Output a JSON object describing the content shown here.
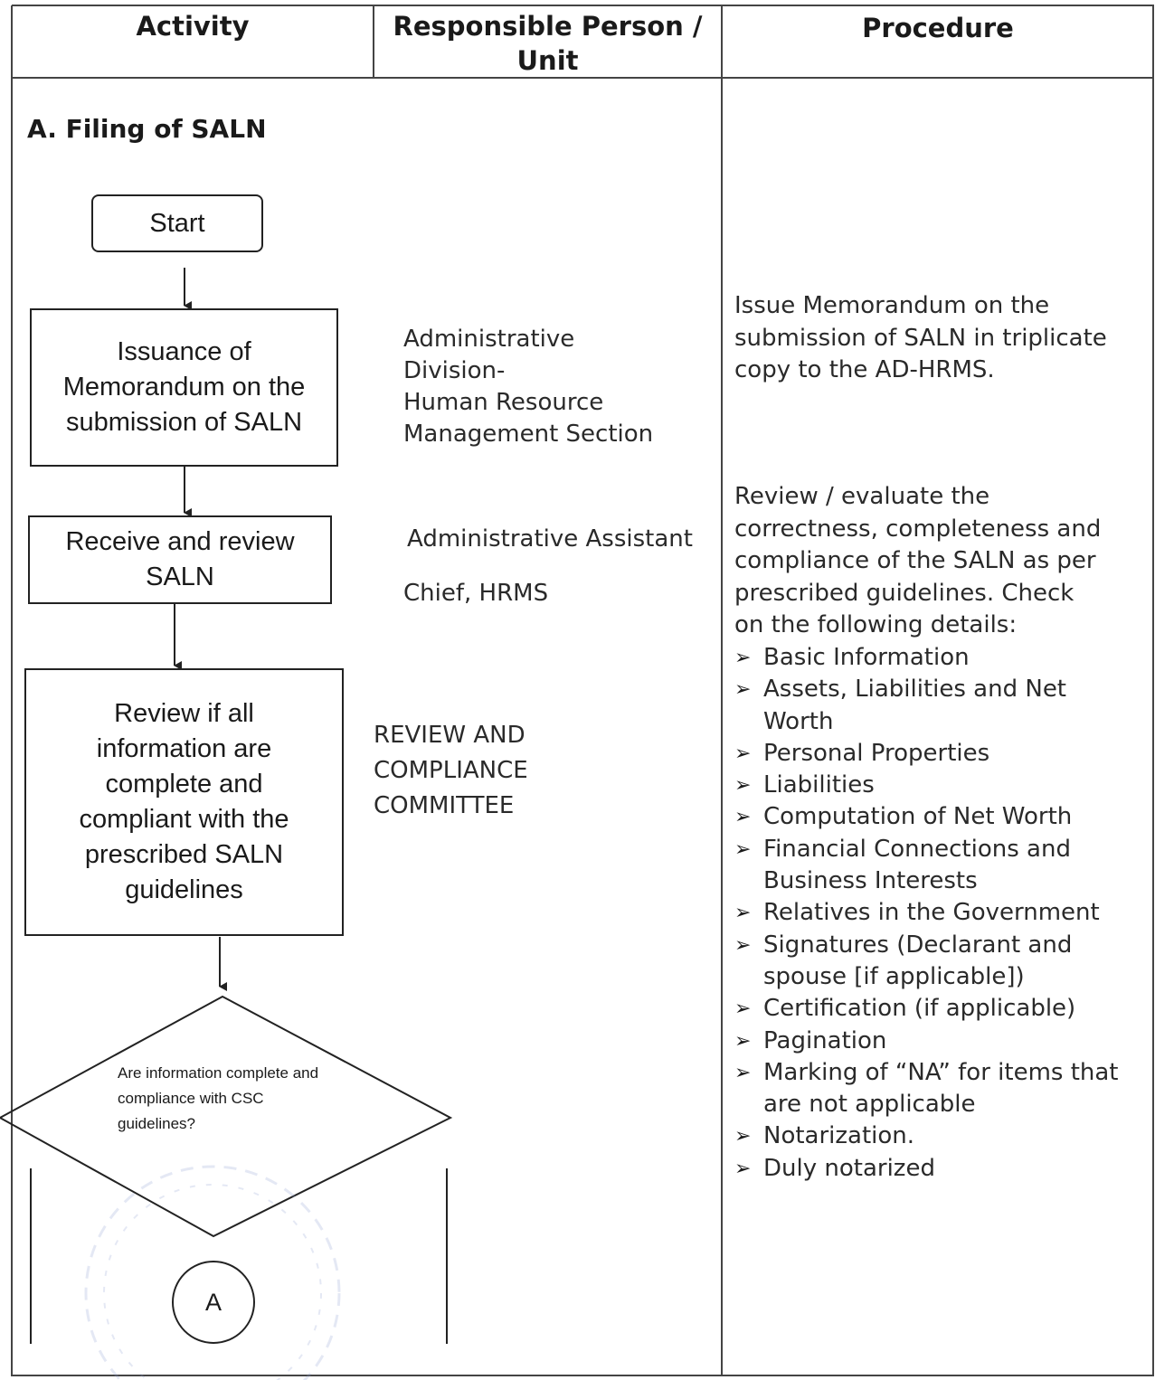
{
  "table": {
    "headers": {
      "activity": "Activity",
      "responsible": "Responsible Person /\nUnit",
      "procedure": "Procedure"
    },
    "section_title": "A. Filing of SALN"
  },
  "flowchart": {
    "start": "Start",
    "step1": "Issuance of\nMemorandum on the\nsubmission of SALN",
    "step2": "Receive and review\nSALN",
    "step3": "Review if all\ninformation are\ncomplete and\ncompliant with the\nprescribed SALN\nguidelines",
    "decision": "Are information complete and compliance with CSC guidelines?",
    "connector": "A"
  },
  "responsible": {
    "step1": "Administrative\nDivision-\nHuman Resource\nManagement Section",
    "step2_a": "Administrative Assistant",
    "step2_b": "Chief, HRMS",
    "step3": "REVIEW AND\nCOMPLIANCE\nCOMMITTEE"
  },
  "procedure": {
    "step1": "Issue Memorandum on the\nsubmission of SALN in triplicate\ncopy to the AD-HRMS.",
    "step2_intro": "Review / evaluate the\ncorrectness, completeness and\ncompliance of the SALN as per\nprescribed guidelines.  Check\non the following details:",
    "checklist": [
      "Basic Information",
      "Assets, Liabilities and Net Worth",
      "Personal Properties",
      "Liabilities",
      "Computation of Net Worth",
      "Financial Connections and Business Interests",
      "Relatives in the Government",
      "Signatures (Declarant and spouse [if applicable])",
      "Certification (if applicable)",
      "Pagination",
      "Marking of “NA” for items that are not applicable",
      "Notarization.",
      "Duly notarized"
    ]
  }
}
